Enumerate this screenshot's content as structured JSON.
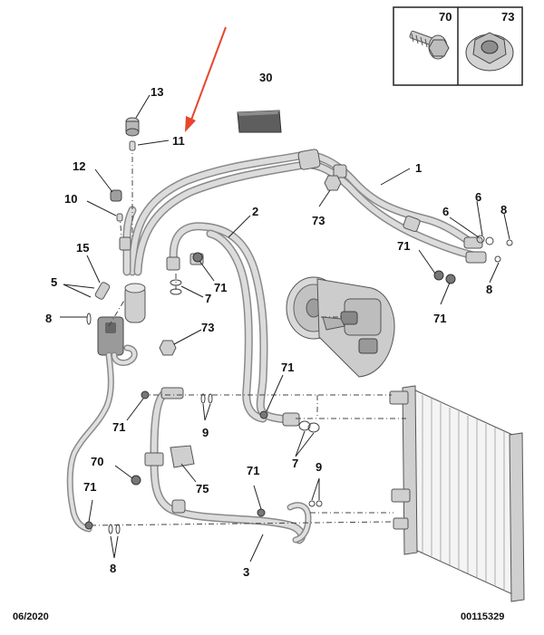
{
  "footer": {
    "date": "06/2020",
    "reference": "00115329"
  },
  "legend": {
    "bolt_number": "70",
    "nut_number": "73"
  },
  "callouts": {
    "c1": "1",
    "c2": "2",
    "c3": "3",
    "c5": "5",
    "c6a": "6",
    "c6b": "6",
    "c7a": "7",
    "c7b": "7",
    "c8a": "8",
    "c8b": "8",
    "c8c": "8",
    "c8d": "8",
    "c9a": "9",
    "c9b": "9",
    "c10": "10",
    "c11": "11",
    "c12": "12",
    "c13": "13",
    "c15": "15",
    "c30": "30",
    "c70": "70",
    "c71a": "71",
    "c71b": "71",
    "c71c": "71",
    "c71d": "71",
    "c71e": "71",
    "c71f": "71",
    "c71g": "71",
    "c73a": "73",
    "c73b": "73",
    "c75": "75"
  },
  "colors": {
    "arrow": "#e8452c",
    "hose": "#8a8a8a",
    "hose_fill": "#dcdcdc"
  },
  "highlight": {
    "target": "11"
  }
}
